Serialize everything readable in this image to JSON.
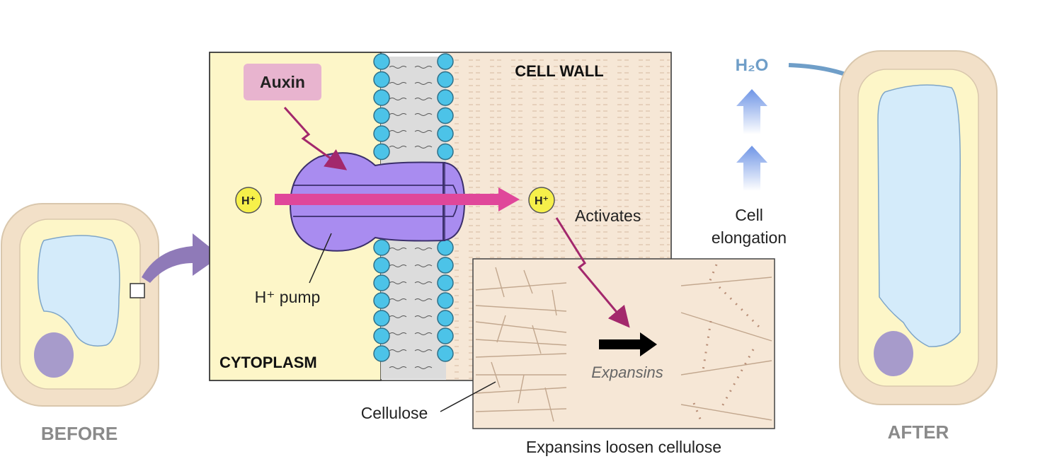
{
  "labels": {
    "before": "BEFORE",
    "after": "AFTER",
    "auxin": "Auxin",
    "cell_wall": "CELL WALL",
    "cytoplasm": "CYTOPLASM",
    "h_pump": "H⁺ pump",
    "h_ion": "H⁺",
    "activates": "Activates",
    "water": "H₂O",
    "cell_elongation_1": "Cell",
    "cell_elongation_2": "elongation",
    "expansins": "Expansins",
    "cellulose": "Cellulose",
    "caption": "Expansins loosen cellulose"
  },
  "colors": {
    "cell_wall_outer": "#f2e0c8",
    "cytoplasm": "#fdf6c8",
    "vacuole": "#d4ebfa",
    "nucleus": "#a79bcb",
    "wall_panel": "#f6e7d6",
    "pump": "#a98cf0",
    "h_arrow": "#e0479a",
    "auxin_box": "#e8b4cf",
    "lipid_head": "#4cc3e8",
    "water_arrow": "#6f9ec8",
    "label_gray": "#8a8a8a",
    "signal_arrow": "#a3286c"
  }
}
